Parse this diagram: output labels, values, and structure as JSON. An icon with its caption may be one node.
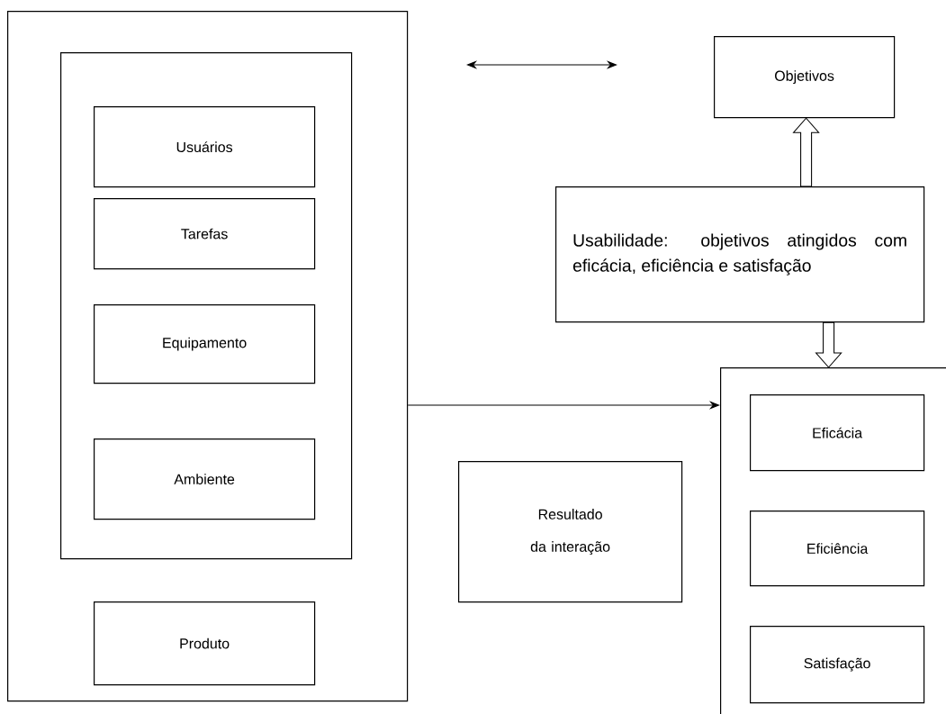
{
  "diagram": {
    "nodes": [
      {
        "text": [],
        "shape": "box"
      },
      {
        "text": [],
        "shape": "box",
        "in": 0
      },
      {
        "text": [
          "Usuários"
        ],
        "in": 1
      },
      {
        "text": [
          "Tarefas"
        ],
        "in": 1
      },
      {
        "text": [
          "Equipamento"
        ],
        "in": 1
      },
      {
        "text": [
          "Ambiente"
        ],
        "in": 1
      },
      {
        "text": [
          "Produto"
        ],
        "in": 0
      },
      {
        "text": [
          "Objetivos"
        ]
      },
      {
        "text": [
          "Usabilidade: objetivos atingidos com eficácia, eficiência e satisfação"
        ]
      },
      {
        "text": [],
        "shape": "box"
      },
      {
        "text": [
          "Eficácia"
        ],
        "in": 9
      },
      {
        "text": [
          "Eficiência"
        ],
        "in": 9
      },
      {
        "text": [
          "Satisfação"
        ],
        "in": 9
      },
      {
        "text": [
          "Resultado da interação"
        ]
      }
    ],
    "edges": [
      {
        "from": 8,
        "to": 7,
        "arrow": "to",
        "style": "thick"
      },
      {
        "from": 8,
        "to": 9,
        "arrow": "to",
        "style": "thick"
      },
      {
        "from": 0,
        "to": 9,
        "arrow": "to"
      }
    ]
  }
}
